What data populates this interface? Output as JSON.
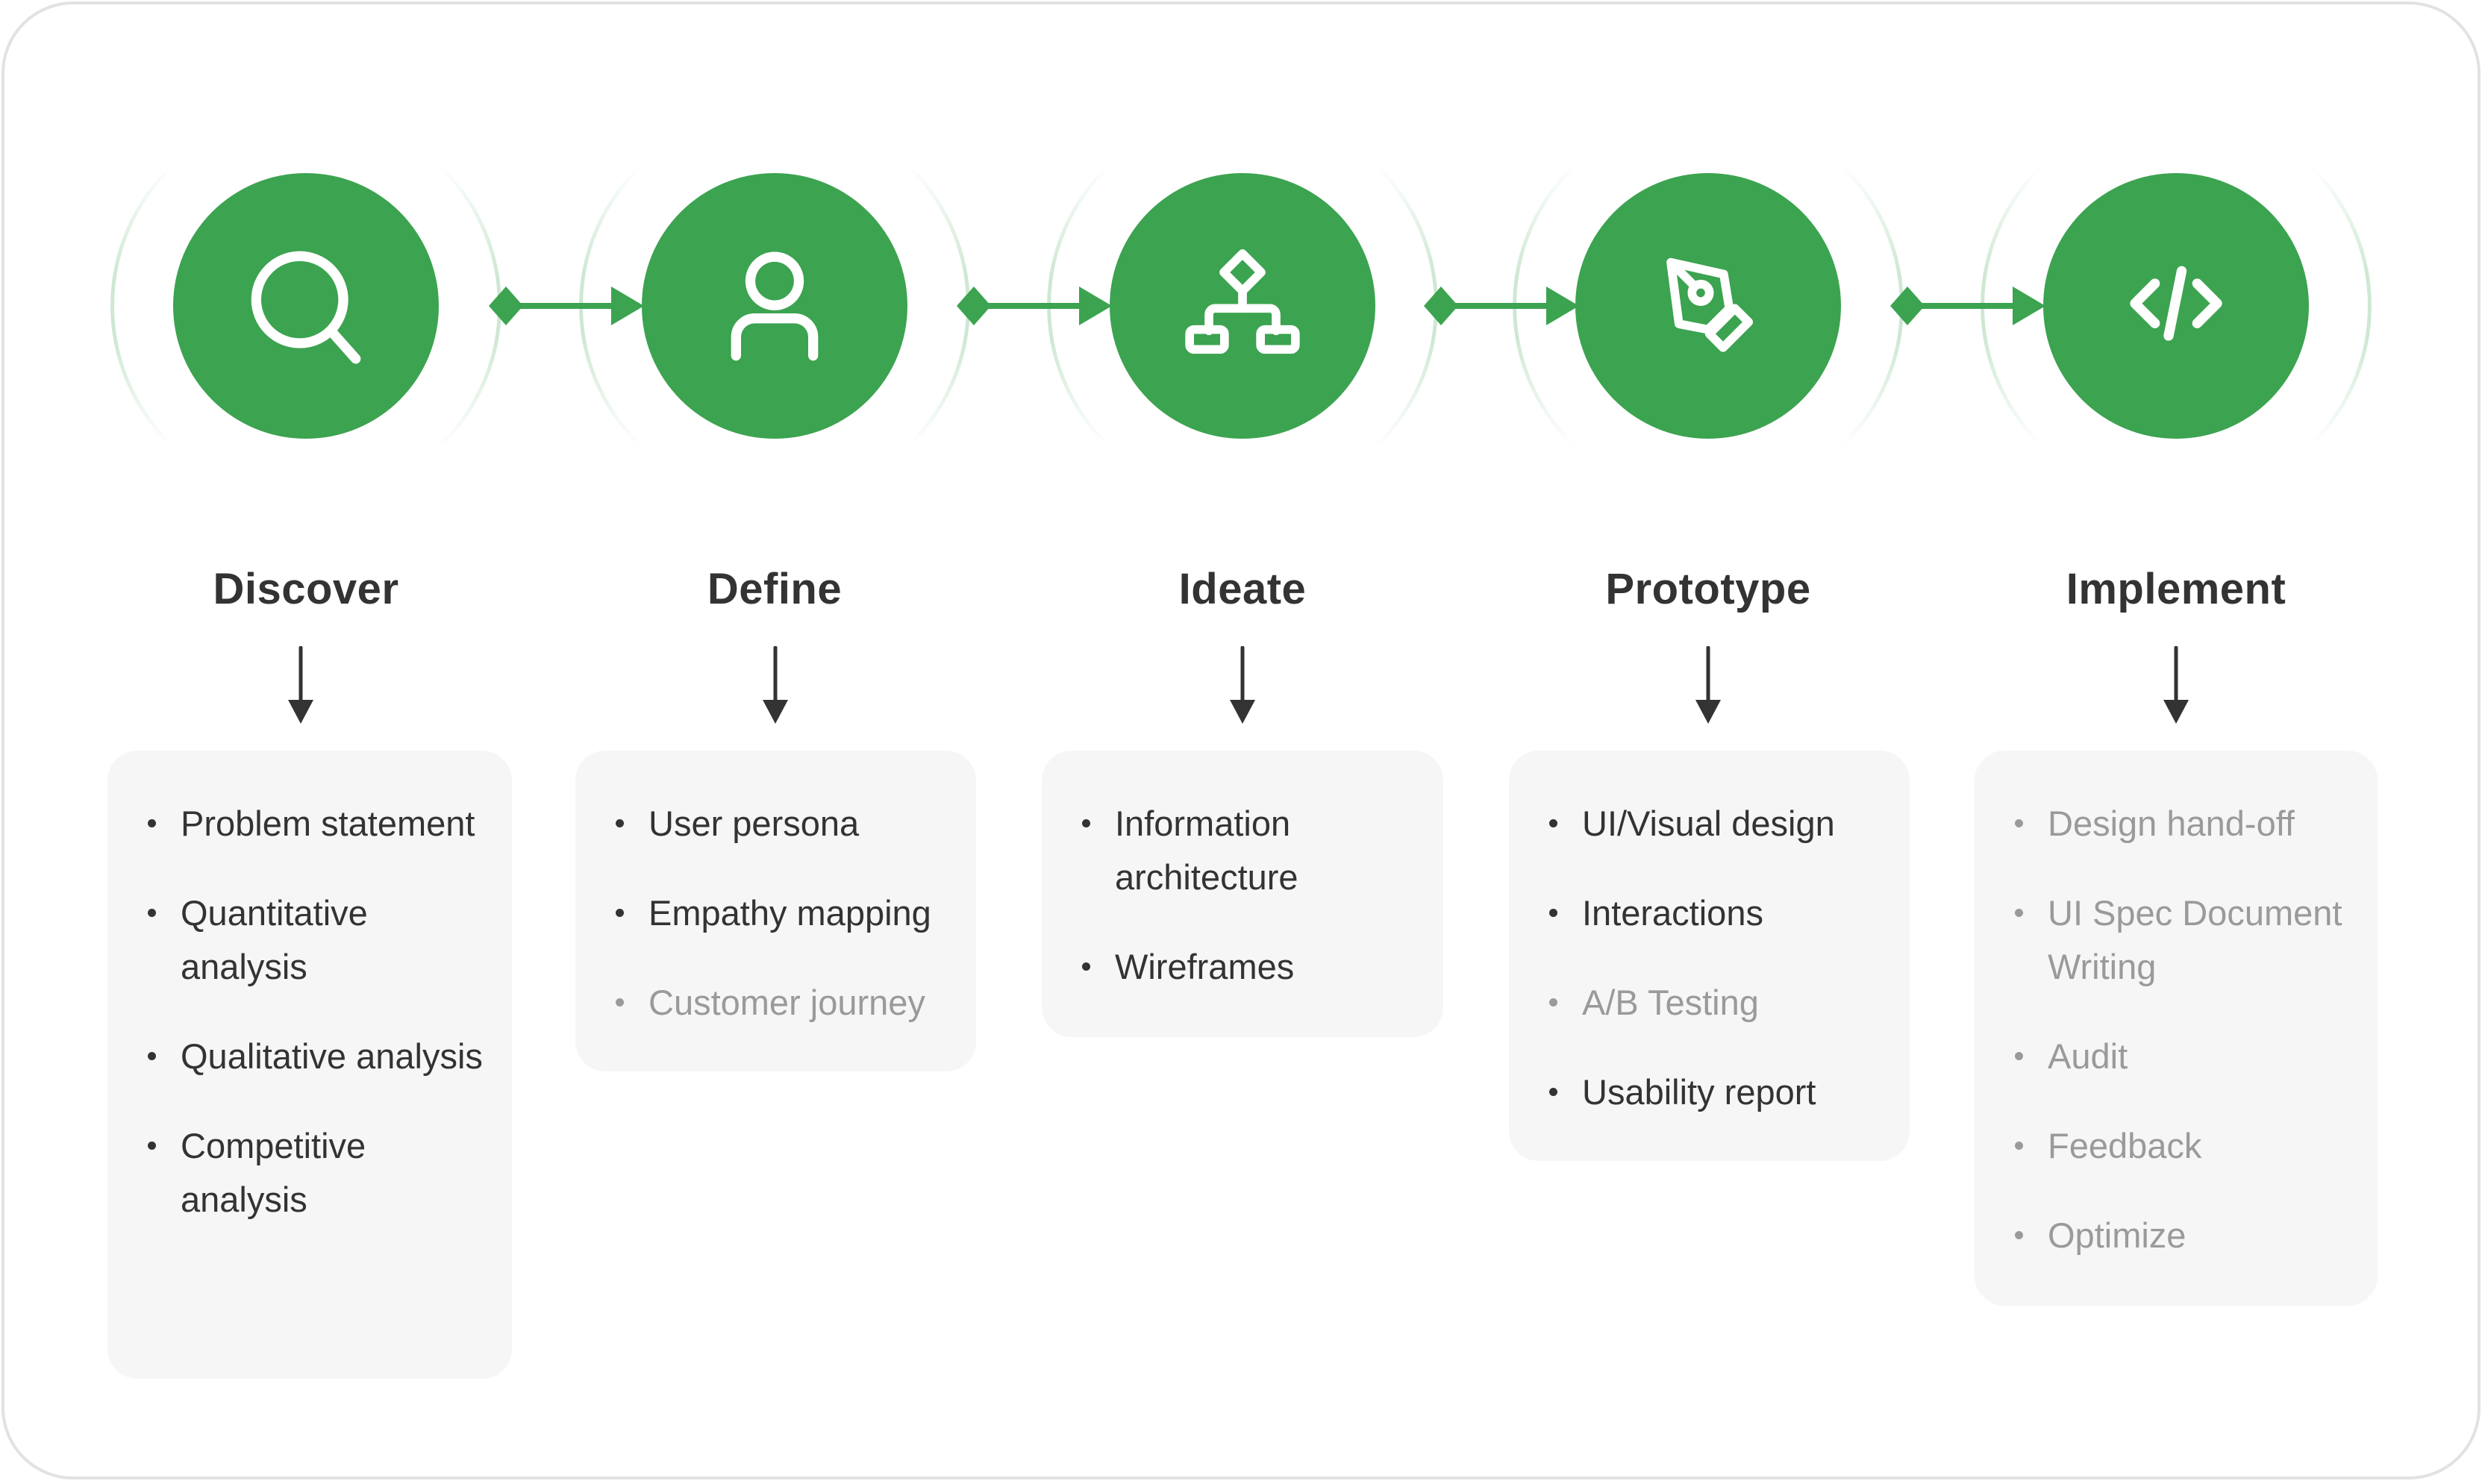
{
  "colors": {
    "accent": "#3ca350",
    "ring": "#cde8d3",
    "text_primary": "#333333",
    "text_muted": "#9a9a9a",
    "card_bg": "#f6f6f6"
  },
  "steps": [
    {
      "title": "Discover",
      "icon": "search-icon",
      "items": [
        {
          "text": "Problem statement",
          "muted": false
        },
        {
          "text": "Quantitative analysis",
          "muted": false
        },
        {
          "text": "Qualitative analysis",
          "muted": false
        },
        {
          "text": "Competitive analysis",
          "muted": false
        }
      ]
    },
    {
      "title": "Define",
      "icon": "user-icon",
      "items": [
        {
          "text": "User persona",
          "muted": false
        },
        {
          "text": "Empathy mapping",
          "muted": false
        },
        {
          "text": "Customer journey",
          "muted": true
        }
      ]
    },
    {
      "title": "Ideate",
      "icon": "sitemap-icon",
      "items": [
        {
          "text": "Information architecture",
          "muted": false
        },
        {
          "text": "Wireframes",
          "muted": false
        }
      ]
    },
    {
      "title": "Prototype",
      "icon": "pen-tool-icon",
      "items": [
        {
          "text": "UI/Visual design",
          "muted": false
        },
        {
          "text": "Interactions",
          "muted": false
        },
        {
          "text": "A/B Testing",
          "muted": true
        },
        {
          "text": "Usability report",
          "muted": false
        }
      ]
    },
    {
      "title": "Implement",
      "icon": "code-icon",
      "items": [
        {
          "text": "Design hand-off",
          "muted": true
        },
        {
          "text": "UI Spec Document Writing",
          "muted": true
        },
        {
          "text": "Audit",
          "muted": true
        },
        {
          "text": "Feedback",
          "muted": true
        },
        {
          "text": "Optimize",
          "muted": true
        }
      ]
    }
  ]
}
